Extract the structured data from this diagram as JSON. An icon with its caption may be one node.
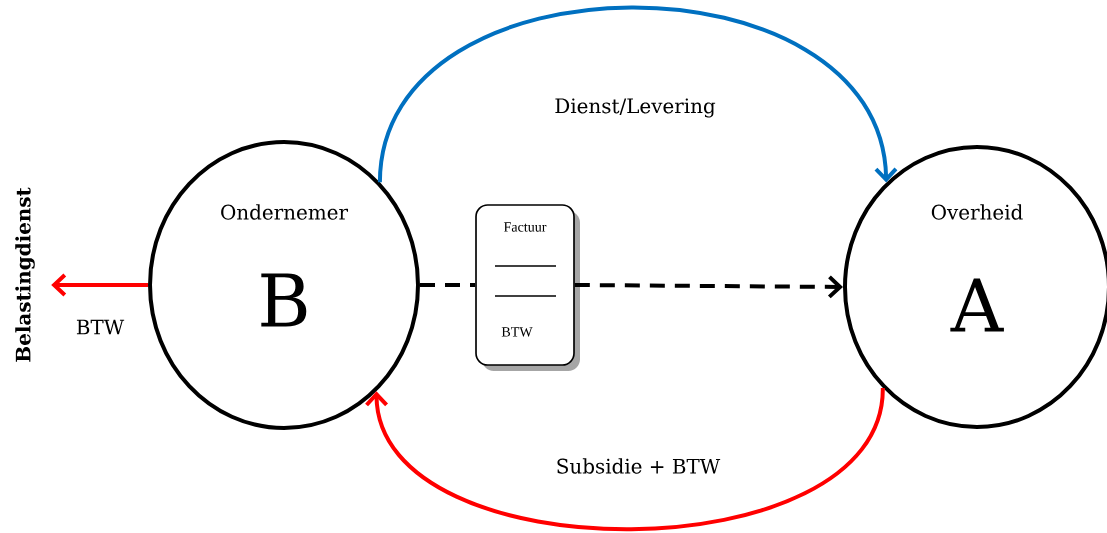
{
  "diagram": {
    "nodes": [
      {
        "text": [
          "Ondernemer",
          "B"
        ]
      },
      {
        "text": [
          "Overheid",
          "A"
        ]
      },
      {
        "text": [
          "Factuur",
          "BTW"
        ]
      },
      {
        "text": [
          "Belastingdienst"
        ]
      }
    ],
    "edges": [
      {
        "from": 0,
        "to": 1,
        "arrow": "to",
        "label": "Dienst/Levering",
        "color": "#0070c0"
      },
      {
        "from": 1,
        "to": 0,
        "arrow": "to",
        "label": "Subsidie + BTW",
        "color": "#ff0000"
      },
      {
        "from": 0,
        "to": 3,
        "arrow": "to",
        "label": "BTW",
        "color": "#ff0000"
      },
      {
        "from": 0,
        "to": 2,
        "arrow": "none",
        "style": "dashed",
        "color": "#000000"
      },
      {
        "from": 2,
        "to": 1,
        "arrow": "to",
        "style": "dashed",
        "color": "#000000"
      }
    ]
  }
}
